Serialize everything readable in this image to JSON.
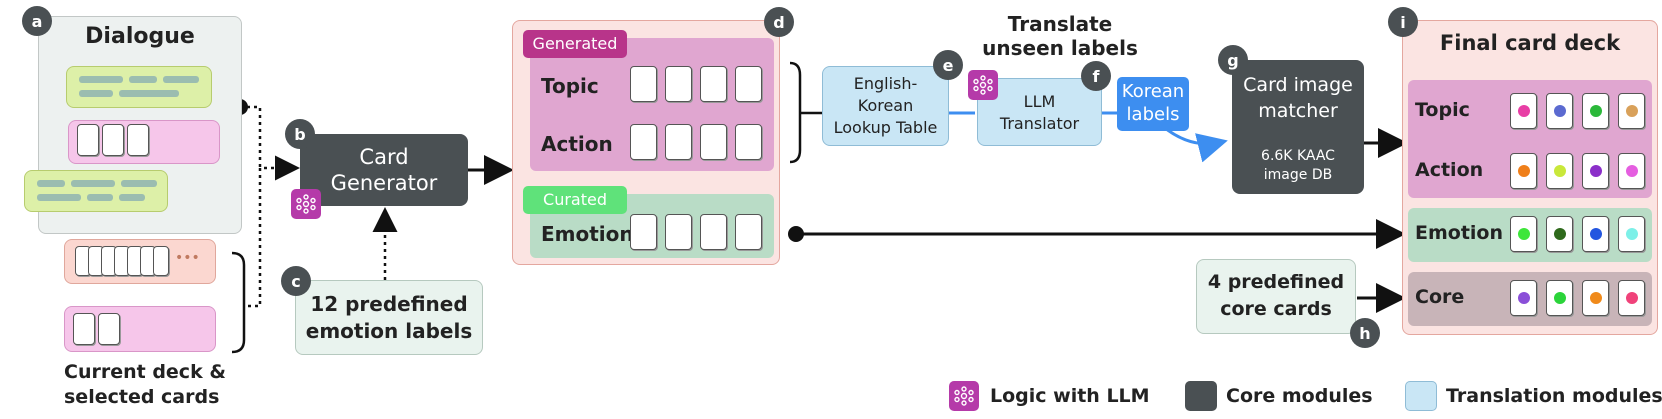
{
  "badges": {
    "a": "a",
    "b": "b",
    "c": "c",
    "d": "d",
    "e": "e",
    "f": "f",
    "g": "g",
    "h": "h",
    "i": "i"
  },
  "dialogue": {
    "title": "Dialogue"
  },
  "current_deck": {
    "caption_line1": "Current deck &",
    "caption_line2": "selected cards",
    "more": "•••"
  },
  "card_generator": {
    "line1": "Card",
    "line2": "Generator"
  },
  "emotion_labels": {
    "line1": "12 predefined",
    "line2": "emotion labels"
  },
  "generated_panel": {
    "generated_tag": "Generated",
    "topic_label": "Topic",
    "action_label": "Action",
    "curated_tag": "Curated",
    "emotion_label": "Emotion"
  },
  "translate": {
    "line1": "Translate",
    "line2": "unseen labels"
  },
  "lookup_table": {
    "line1": "English-",
    "line2": "Korean",
    "line3": "Lookup Table"
  },
  "llm_translator": {
    "line1": "LLM",
    "line2": "Translator"
  },
  "korean_labels": {
    "line1": "Korean",
    "line2": "labels"
  },
  "image_matcher": {
    "line1": "Card image",
    "line2": "matcher",
    "db_line1": "6.6K KAAC",
    "db_line2": "image DB"
  },
  "core_cards": {
    "line1": "4 predefined",
    "line2": "core cards"
  },
  "final_deck": {
    "title": "Final card deck",
    "rows": [
      {
        "label": "Topic",
        "colors": [
          "#e83ea5",
          "#5b6ad0",
          "#2bb83a",
          "#d9a15a"
        ]
      },
      {
        "label": "Action",
        "colors": [
          "#ef7f1a",
          "#c9e83a",
          "#8b2fc9",
          "#e55ee0"
        ]
      },
      {
        "label": "Emotion",
        "colors": [
          "#3ee63a",
          "#2f6a1c",
          "#2356e0",
          "#7df0e8"
        ]
      },
      {
        "label": "Core",
        "colors": [
          "#8a4fd8",
          "#2bd43a",
          "#f08a1a",
          "#f0427a"
        ]
      }
    ]
  },
  "legend": {
    "llm": "Logic with LLM",
    "core": "Core modules",
    "translation": "Translation modules"
  },
  "colors": {
    "dark_module": "#4a5053",
    "translation_module": "#c9e6f5",
    "generated_pink": "#e0a6d0",
    "curated_green": "#b9dcc6",
    "llm_purple": "#b53aa9",
    "korean_blue": "#3d8ef0",
    "outer_pink": "#fbe4e2"
  }
}
